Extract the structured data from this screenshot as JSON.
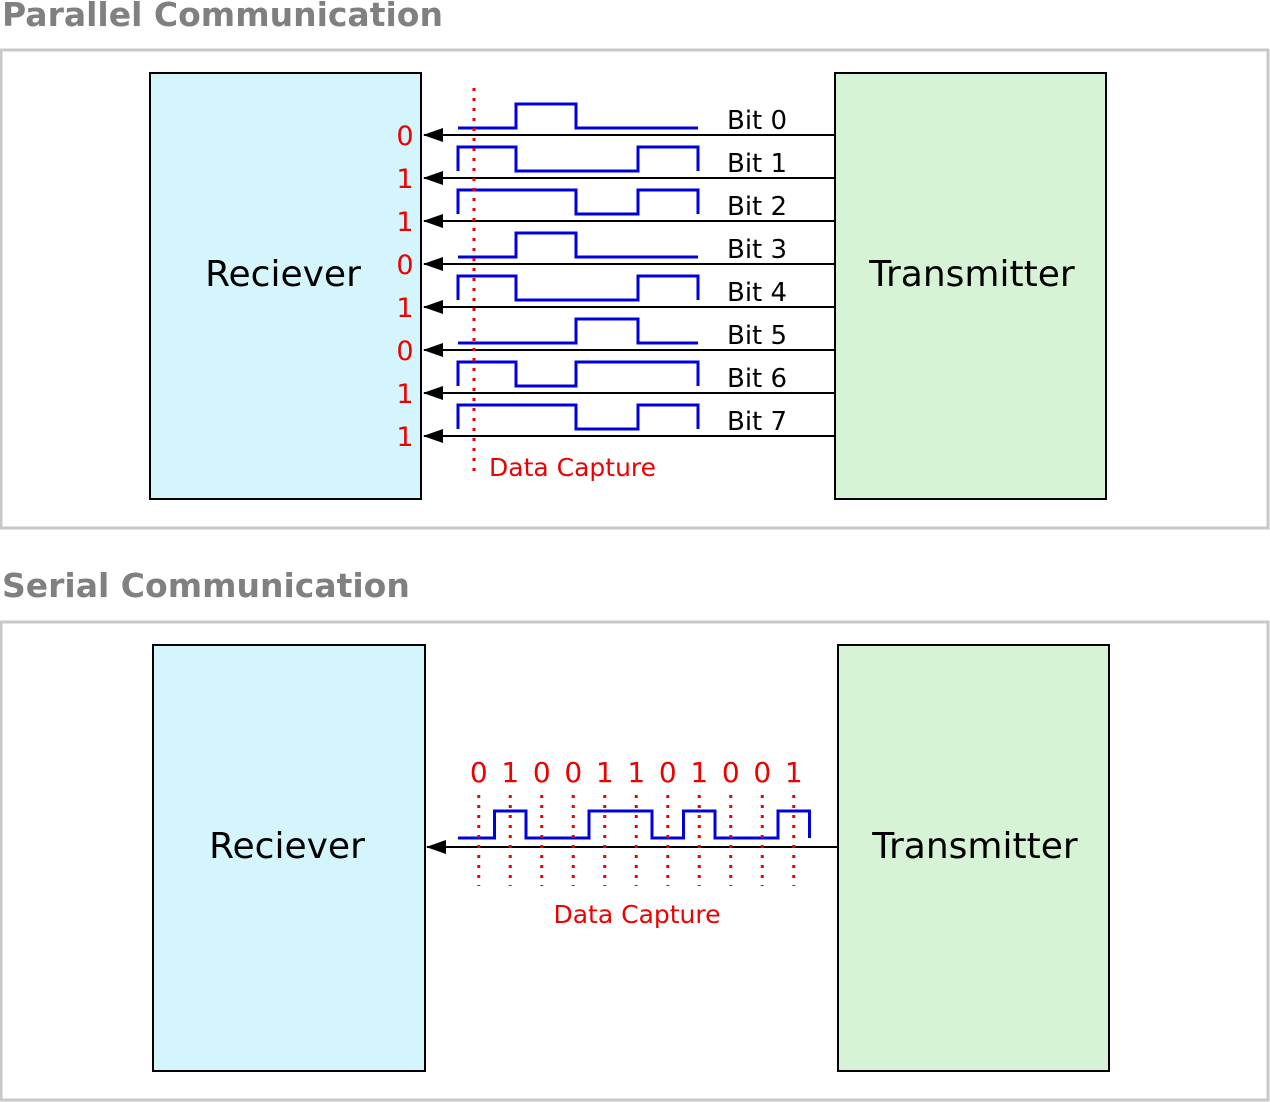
{
  "parallel": {
    "title": "Parallel Communication",
    "receiver_label": "Reciever",
    "transmitter_label": "Transmitter",
    "capture_label": "Data Capture",
    "lines": [
      {
        "bit_label": "Bit 0",
        "captured": "0",
        "wave": [
          0,
          1,
          0,
          0
        ]
      },
      {
        "bit_label": "Bit 1",
        "captured": "1",
        "wave": [
          1,
          0,
          0,
          1
        ]
      },
      {
        "bit_label": "Bit 2",
        "captured": "1",
        "wave": [
          1,
          1,
          0,
          1
        ]
      },
      {
        "bit_label": "Bit 3",
        "captured": "0",
        "wave": [
          0,
          1,
          0,
          0
        ]
      },
      {
        "bit_label": "Bit 4",
        "captured": "1",
        "wave": [
          1,
          0,
          0,
          1
        ]
      },
      {
        "bit_label": "Bit 5",
        "captured": "0",
        "wave": [
          0,
          0,
          1,
          0
        ]
      },
      {
        "bit_label": "Bit 6",
        "captured": "1",
        "wave": [
          1,
          0,
          1,
          1
        ]
      },
      {
        "bit_label": "Bit 7",
        "captured": "1",
        "wave": [
          1,
          1,
          0,
          1
        ]
      }
    ]
  },
  "serial": {
    "title": "Serial Communication",
    "receiver_label": "Reciever",
    "transmitter_label": "Transmitter",
    "capture_label": "Data Capture",
    "bits": [
      "0",
      "1",
      "0",
      "0",
      "1",
      "1",
      "0",
      "1",
      "0",
      "0",
      "1"
    ]
  },
  "colors": {
    "receiver_fill": "#d5f5fd",
    "transmitter_fill": "#d7f3d5",
    "signal": "#0000dd",
    "capture": "#ee0000",
    "title": "#808080",
    "frame": "#c8c8c8"
  }
}
